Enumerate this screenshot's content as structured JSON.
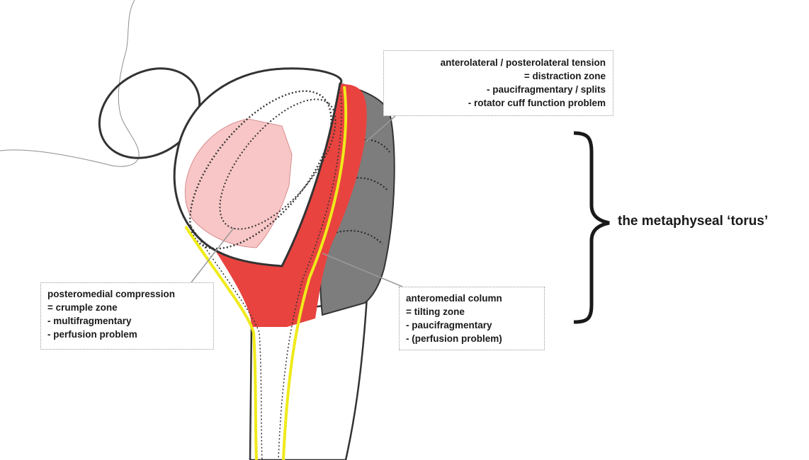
{
  "labels": {
    "tension": {
      "line1": "anterolateral / posterolateral tension",
      "line2": "= distraction zone",
      "line3": "- paucifragmentary / splits",
      "line4": "- rotator cuff function problem"
    },
    "compression": {
      "line1": "posteromedial compression",
      "line2": "= crumple zone",
      "line3": "- multifragmentary",
      "line4": "- perfusion problem"
    },
    "anteromedial": {
      "line1": "anteromedial column",
      "line2": "= tilting zone",
      "line3": "- paucifragmentary",
      "line4": "- (perfusion problem)"
    },
    "torus": "the metaphyseal ‘torus’"
  },
  "colors": {
    "compression_zone": "#e8433f",
    "articular_surface": "#f8c6c6",
    "tension_zone": "#7d7d7d",
    "outline": "#333333",
    "perfusion_line": "#f0ea1a"
  }
}
